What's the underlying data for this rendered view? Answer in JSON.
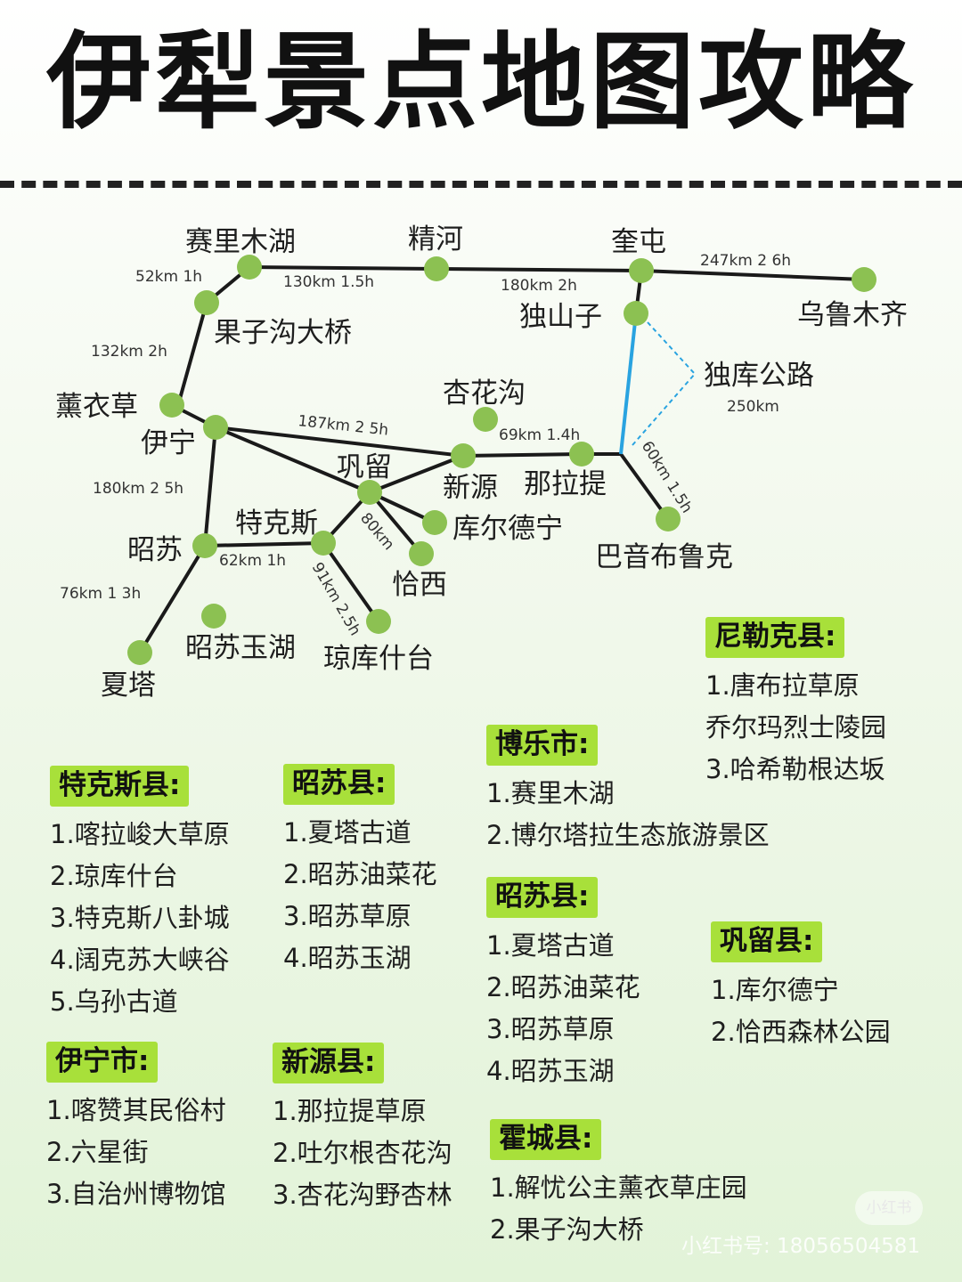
{
  "title": "伊犁景点地图攻略",
  "map": {
    "places": {
      "sailimu": "赛里木湖",
      "jinghe": "精河",
      "kuitun": "奎屯",
      "wulumuqi": "乌鲁木齐",
      "dushanzi": "独山子",
      "guozigou": "果子沟大桥",
      "dukugonglu": "独库公路",
      "xunyicao": "薰衣草",
      "xinghuagou": "杏花沟",
      "yining": "伊宁",
      "gongliu": "巩留",
      "xinyuan": "新源",
      "nalati": "那拉提",
      "tekesi": "特克斯",
      "kuerdening": "库尔德宁",
      "zhaosu": "昭苏",
      "qiaxi": "恰西",
      "bayinbuluke": "巴音布鲁克",
      "zhaosuyuhu": "昭苏玉湖",
      "qiongkushitai": "琼库什台",
      "xiata": "夏塔"
    },
    "distances": {
      "d1": "52km 1h",
      "d2": "130km 1.5h",
      "d3": "247km 2 6h",
      "d4": "180km 2h",
      "d5": "132km 2h",
      "d6": "250km",
      "d7": "187km 2 5h",
      "d8": "69km 1.4h",
      "d9": "60km 1.5h",
      "d10": "180km 2 5h",
      "d11": "80km",
      "d12": "62km 1h",
      "d13": "91km 2.5h",
      "d14": "76km 1 3h"
    }
  },
  "sections": [
    {
      "tag": "尼勒克县:",
      "items": [
        "1.唐布拉草原",
        "乔尔玛烈士陵园",
        "3.哈希勒根达坂"
      ]
    },
    {
      "tag": "博乐市:",
      "items": [
        "1.赛里木湖",
        "2.博尔塔拉生态旅游景区"
      ]
    },
    {
      "tag": "特克斯县:",
      "items": [
        "1.喀拉峻大草原",
        "2.琼库什台",
        "3.特克斯八卦城",
        "4.阔克苏大峡谷",
        "5.乌孙古道"
      ]
    },
    {
      "tag": "昭苏县:",
      "items": [
        "1.夏塔古道",
        "2.昭苏油菜花",
        "3.昭苏草原",
        "4.昭苏玉湖"
      ]
    },
    {
      "tag": "昭苏县:",
      "items": [
        "1.夏塔古道",
        "2.昭苏油菜花",
        "3.昭苏草原",
        "4.昭苏玉湖"
      ]
    },
    {
      "tag": "巩留县:",
      "items": [
        "1.库尔德宁",
        "2.恰西森林公园"
      ]
    },
    {
      "tag": "伊宁市:",
      "items": [
        "1.喀赞其民俗村",
        "2.六星街",
        "3.自治州博物馆"
      ]
    },
    {
      "tag": "新源县:",
      "items": [
        "1.那拉提草原",
        "2.吐尔根杏花沟",
        "3.杏花沟野杏林"
      ]
    },
    {
      "tag": "霍城县:",
      "items": [
        "1.解忧公主薰衣草庄园",
        "2.果子沟大桥"
      ]
    }
  ],
  "watermark": {
    "logo": "小红书",
    "id": "小红书号: 18056504581"
  },
  "colors": {
    "node": "#8cc152",
    "tag": "#a8e03a",
    "road": "#1a1a1a",
    "dukuRoad": "#29a3e0"
  }
}
